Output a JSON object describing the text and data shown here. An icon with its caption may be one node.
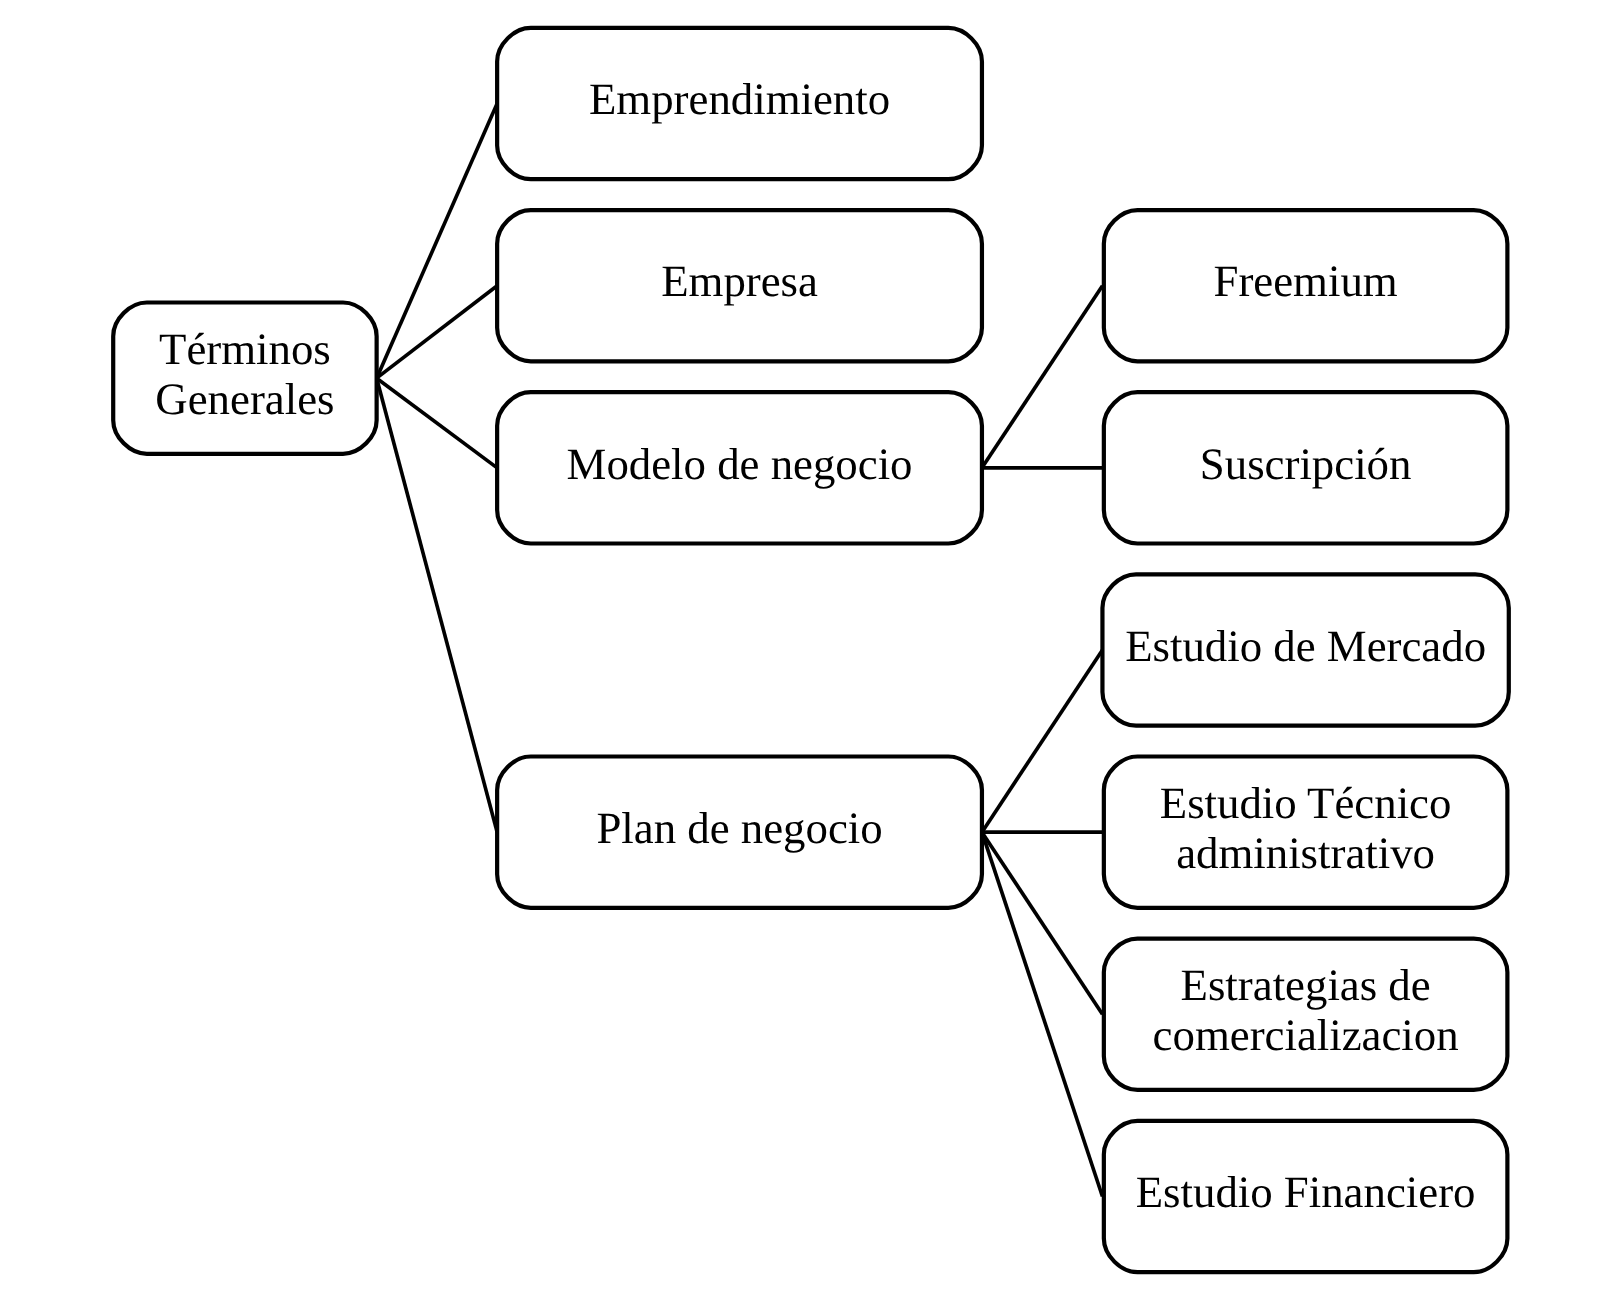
{
  "diagram": {
    "nodes": [
      {
        "text": [
          "Términos Generales"
        ]
      },
      {
        "text": [
          "Emprendimiento"
        ]
      },
      {
        "text": [
          "Empresa"
        ]
      },
      {
        "text": [
          "Modelo de negocio"
        ]
      },
      {
        "text": [
          "Freemium"
        ]
      },
      {
        "text": [
          "Suscripción"
        ]
      },
      {
        "text": [
          "Plan de negocio"
        ]
      },
      {
        "text": [
          "Estudio de Mercado"
        ]
      },
      {
        "text": [
          "Estudio Técnico administrativo"
        ]
      },
      {
        "text": [
          "Estrategias de comercializacion"
        ]
      },
      {
        "text": [
          "Estudio Financiero"
        ]
      }
    ],
    "edges": [
      {
        "from": 0,
        "to": 1,
        "arrow": "none"
      },
      {
        "from": 0,
        "to": 2,
        "arrow": "none"
      },
      {
        "from": 0,
        "to": 3,
        "arrow": "none"
      },
      {
        "from": 3,
        "to": 4,
        "arrow": "none"
      },
      {
        "from": 3,
        "to": 5,
        "arrow": "none"
      },
      {
        "from": 0,
        "to": 6,
        "arrow": "none"
      },
      {
        "from": 6,
        "to": 7,
        "arrow": "none"
      },
      {
        "from": 6,
        "to": 8,
        "arrow": "none"
      },
      {
        "from": 6,
        "to": 9,
        "arrow": "none"
      },
      {
        "from": 6,
        "to": 10,
        "arrow": "none"
      }
    ]
  }
}
